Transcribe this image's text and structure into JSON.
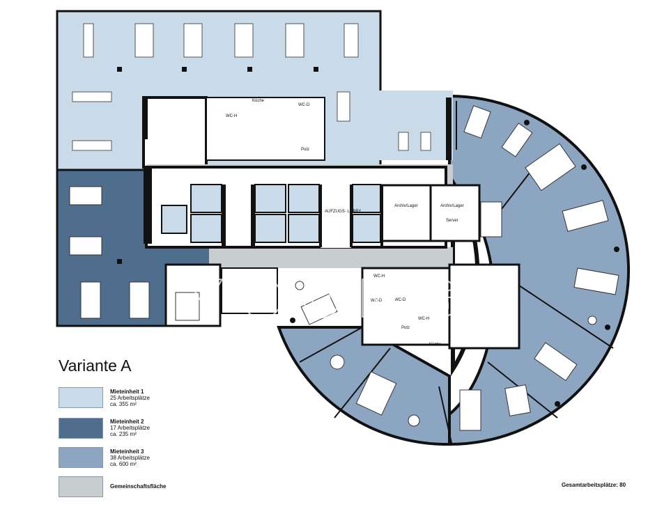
{
  "title": "Variante A",
  "colors": {
    "unit1": "#c9dae8",
    "unit2": "#4f6d8c",
    "unit3": "#8ca6c2",
    "common": "#c8cdd0",
    "wall": "#111111"
  },
  "legend": [
    {
      "name": "Mieteinheit 1",
      "line1": "25 Arbeitsplätze",
      "line2": "ca. 355 m²"
    },
    {
      "name": "Mieteinheit 2",
      "line1": "17 Arbeitsplätze",
      "line2": "ca. 235 m²"
    },
    {
      "name": "Mieteinheit 3",
      "line1": "38 Arbeitsplätze",
      "line2": "ca. 600 m²"
    },
    {
      "name": "Gemeinschaftsfläche",
      "line1": "",
      "line2": ""
    }
  ],
  "total": "Gesamtarbeitsplätze: 80",
  "rooms": {
    "kueche_top": "Küche",
    "wch_top": "WC-H",
    "wcd_top": "WC-D",
    "putz_top": "Putz",
    "aufzug": "AUFZUGS-\nLOBBY",
    "archiv1": "Archiv/Lager",
    "archiv2": "Archiv/Lager",
    "server": "Server",
    "wch_mid": "WC-H",
    "wcd_mid": "WC-D",
    "wcd_low": "WC-D",
    "wch_low": "WC-H",
    "putz_low": "Putz",
    "kueche_low": "Küche"
  },
  "watermark": "YOUNG"
}
